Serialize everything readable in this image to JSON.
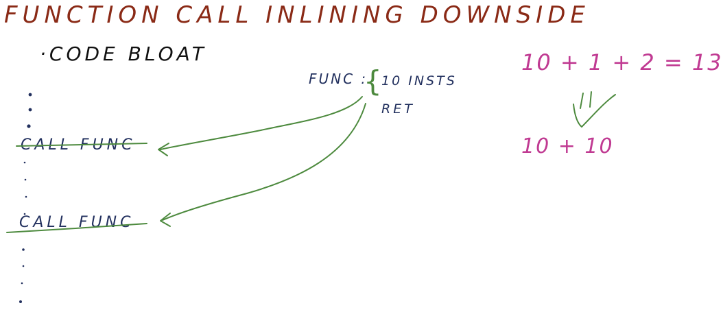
{
  "title": "FUNCTION CALL INLINING DOWNSIDE",
  "bullet": "·CODE BLOAT",
  "func": {
    "label": "FUNC :",
    "line1": "10 INSTS",
    "line2": "RET"
  },
  "calls": [
    "CALL FUNC",
    "CALL FUNC"
  ],
  "math": {
    "before": "10 + 1 + 2 = 13",
    "after": "10 + 10"
  },
  "colors": {
    "title": "#8a2a16",
    "text": "#22305e",
    "arrows": "#4d8a3e",
    "math": "#c03a92"
  }
}
